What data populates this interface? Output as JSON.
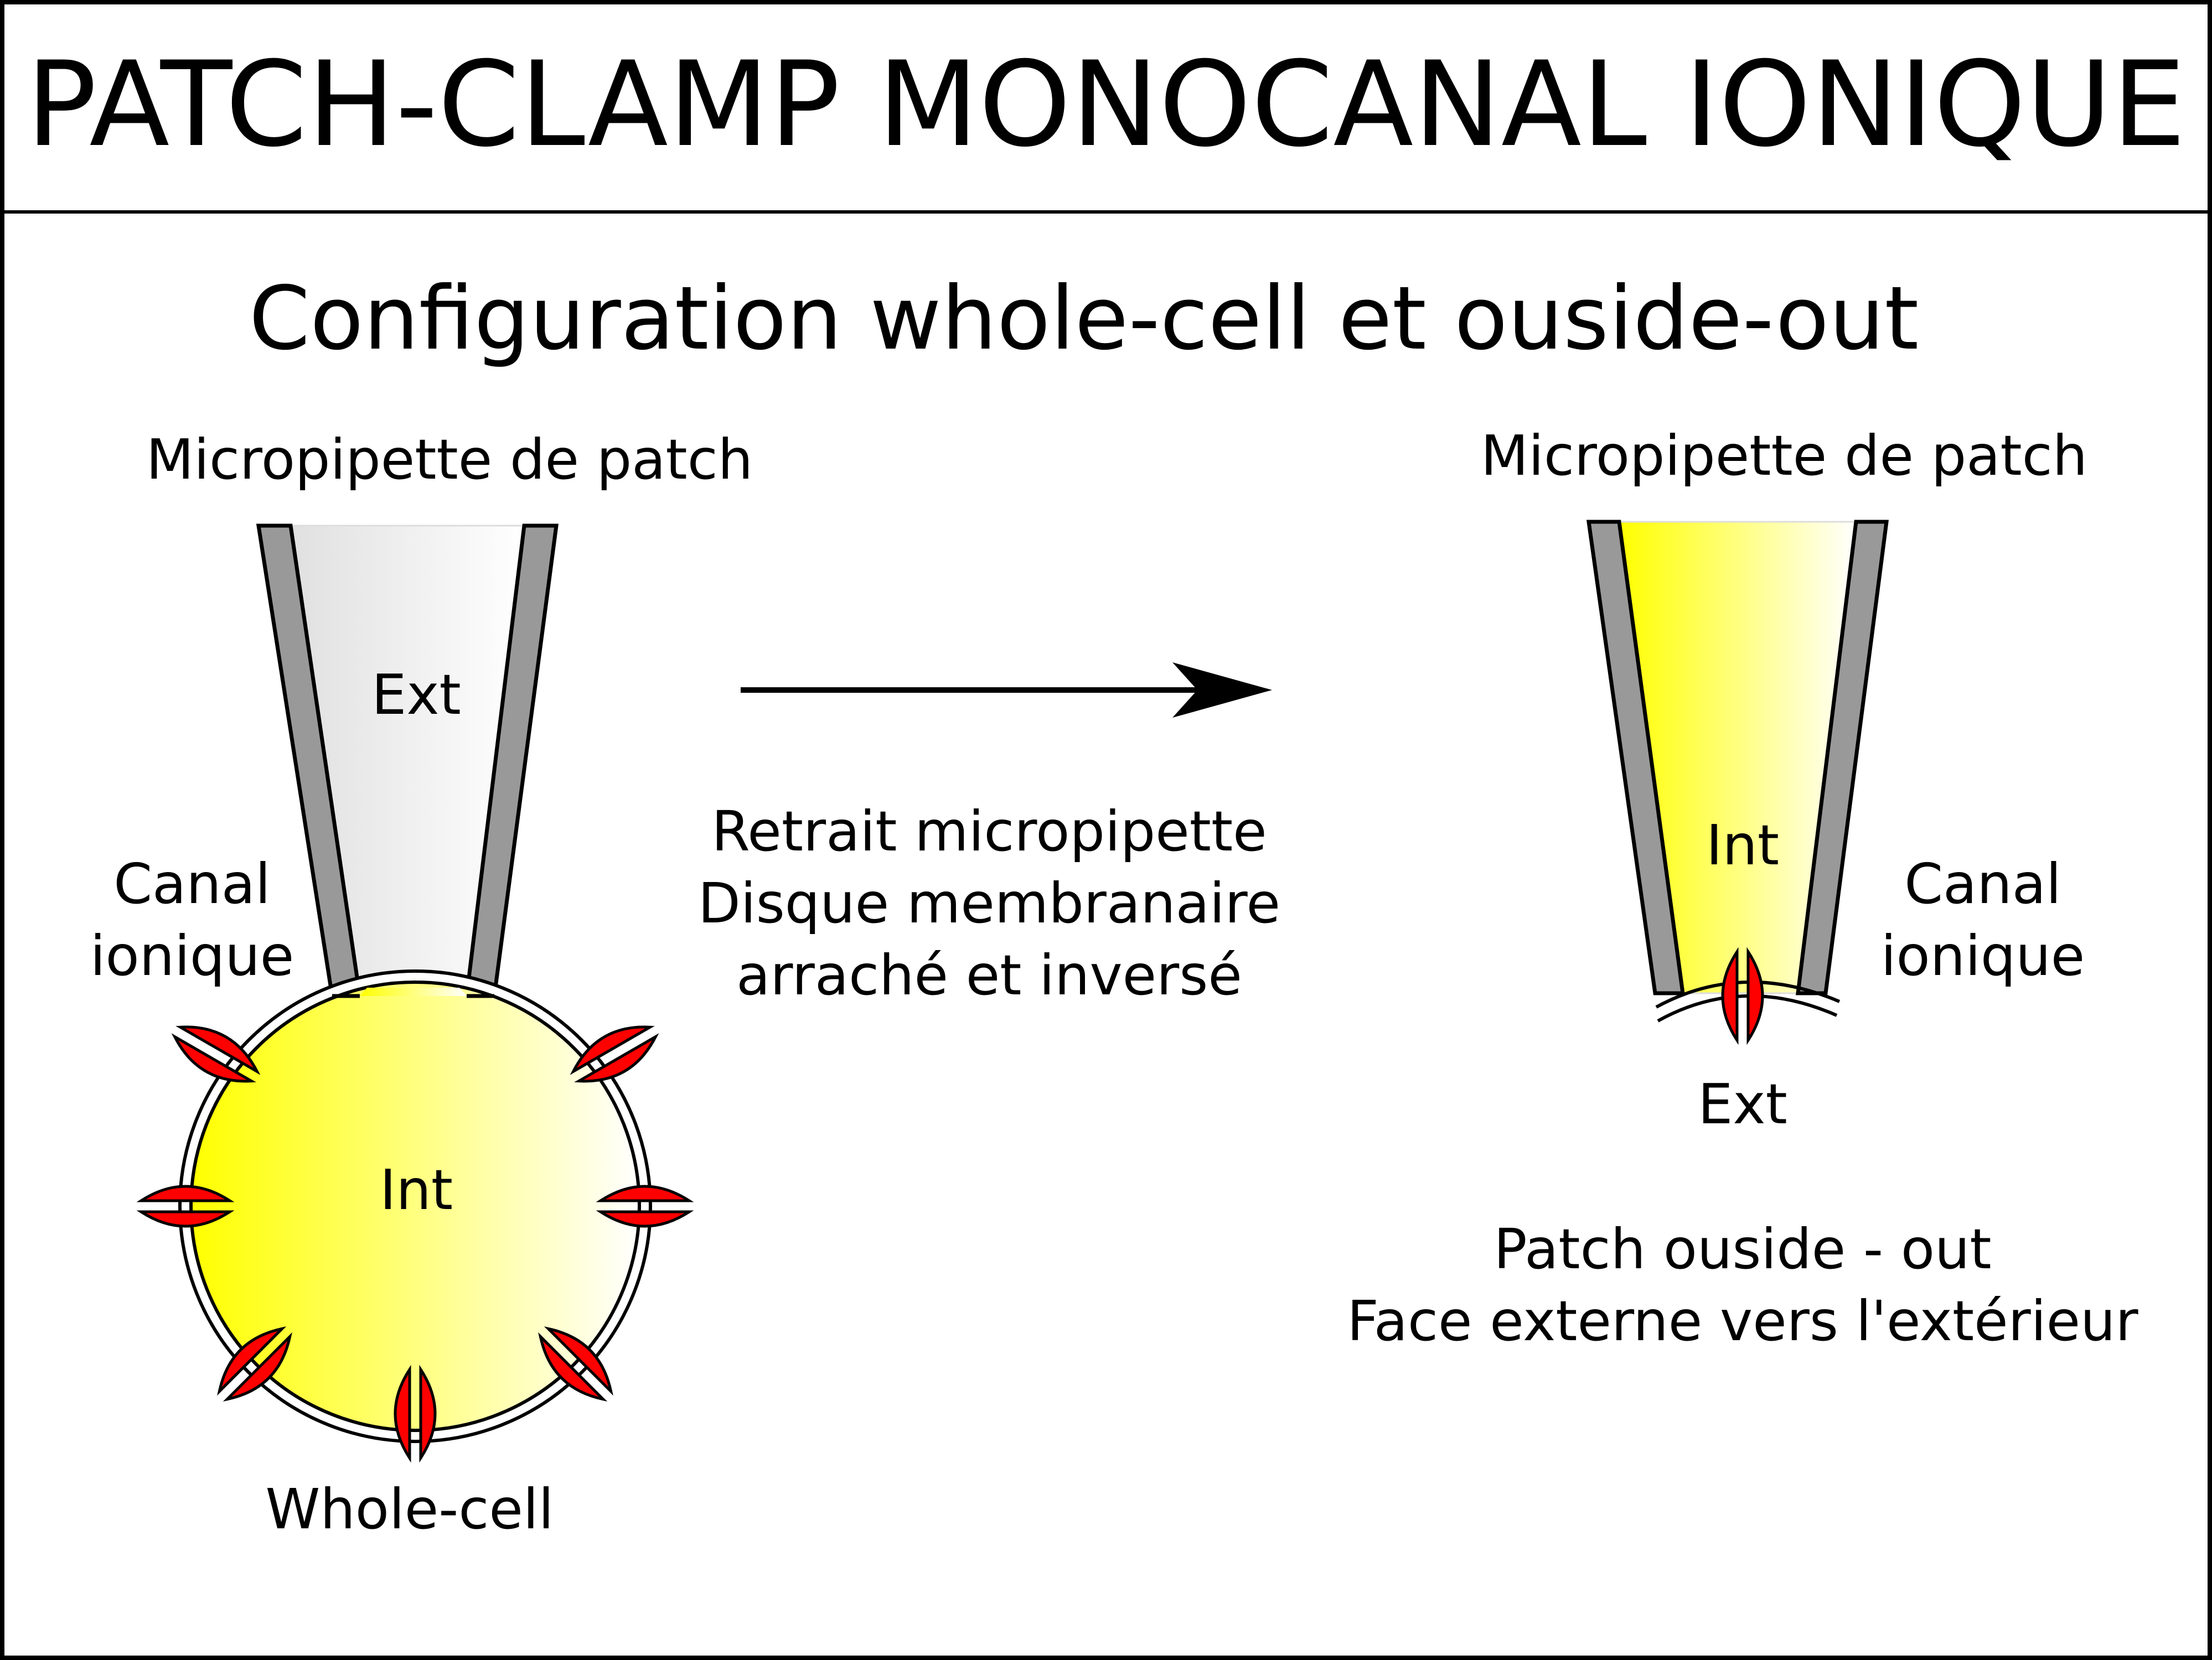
{
  "title": "PATCH-CLAMP MONOCANAL IONIQUE",
  "subtitle": "Configuration whole-cell et ouside-out",
  "left_panel": {
    "pipette_label": "Micropipette de patch",
    "pipette_inside_label": "Ext",
    "cell_inside_label": "Int",
    "channel_label_line1": "Canal",
    "channel_label_line2": "ionique",
    "configuration_label": "Whole-cell"
  },
  "middle": {
    "line1": "Retrait micropipette",
    "line2": "Disque membranaire",
    "line3": "arraché et inversé"
  },
  "right_panel": {
    "pipette_label": "Micropipette de patch",
    "pipette_inside_label": "Int",
    "outside_label": "Ext",
    "channel_label_line1": "Canal",
    "channel_label_line2": "ionique",
    "caption_line1": "Patch ouside - out",
    "caption_line2": "Face externe vers l'extérieur"
  },
  "colors": {
    "cytoplasm": "#ffff00",
    "extracellular": "#e0e0e0",
    "pipette_wall": "#999999",
    "ion_channel": "#ff0000"
  }
}
